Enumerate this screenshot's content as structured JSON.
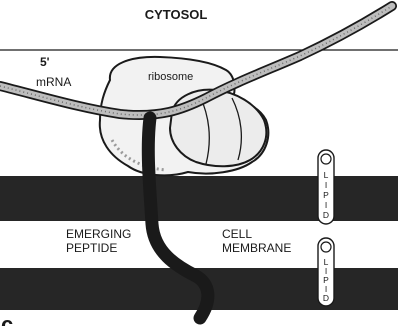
{
  "diagram": {
    "region_label": "CYTOSOL",
    "five_prime_label": "5'",
    "mrna_label": "mRNA",
    "ribosome_label": "ribosome",
    "peptide_label_line1": "EMERGING",
    "peptide_label_line2": "PEPTIDE",
    "membrane_label_line1": "CELL",
    "membrane_label_line2": "MEMBRANE",
    "lipid_letters": [
      "L",
      "I",
      "P",
      "I",
      "D"
    ],
    "panel_letter": "c"
  },
  "colors": {
    "ink": "#1a1a1a",
    "membrane": "#262626",
    "ribosome_fill": "#f2f2f2",
    "mrna_fill": "#bdbdbd",
    "background": "#ffffff"
  }
}
